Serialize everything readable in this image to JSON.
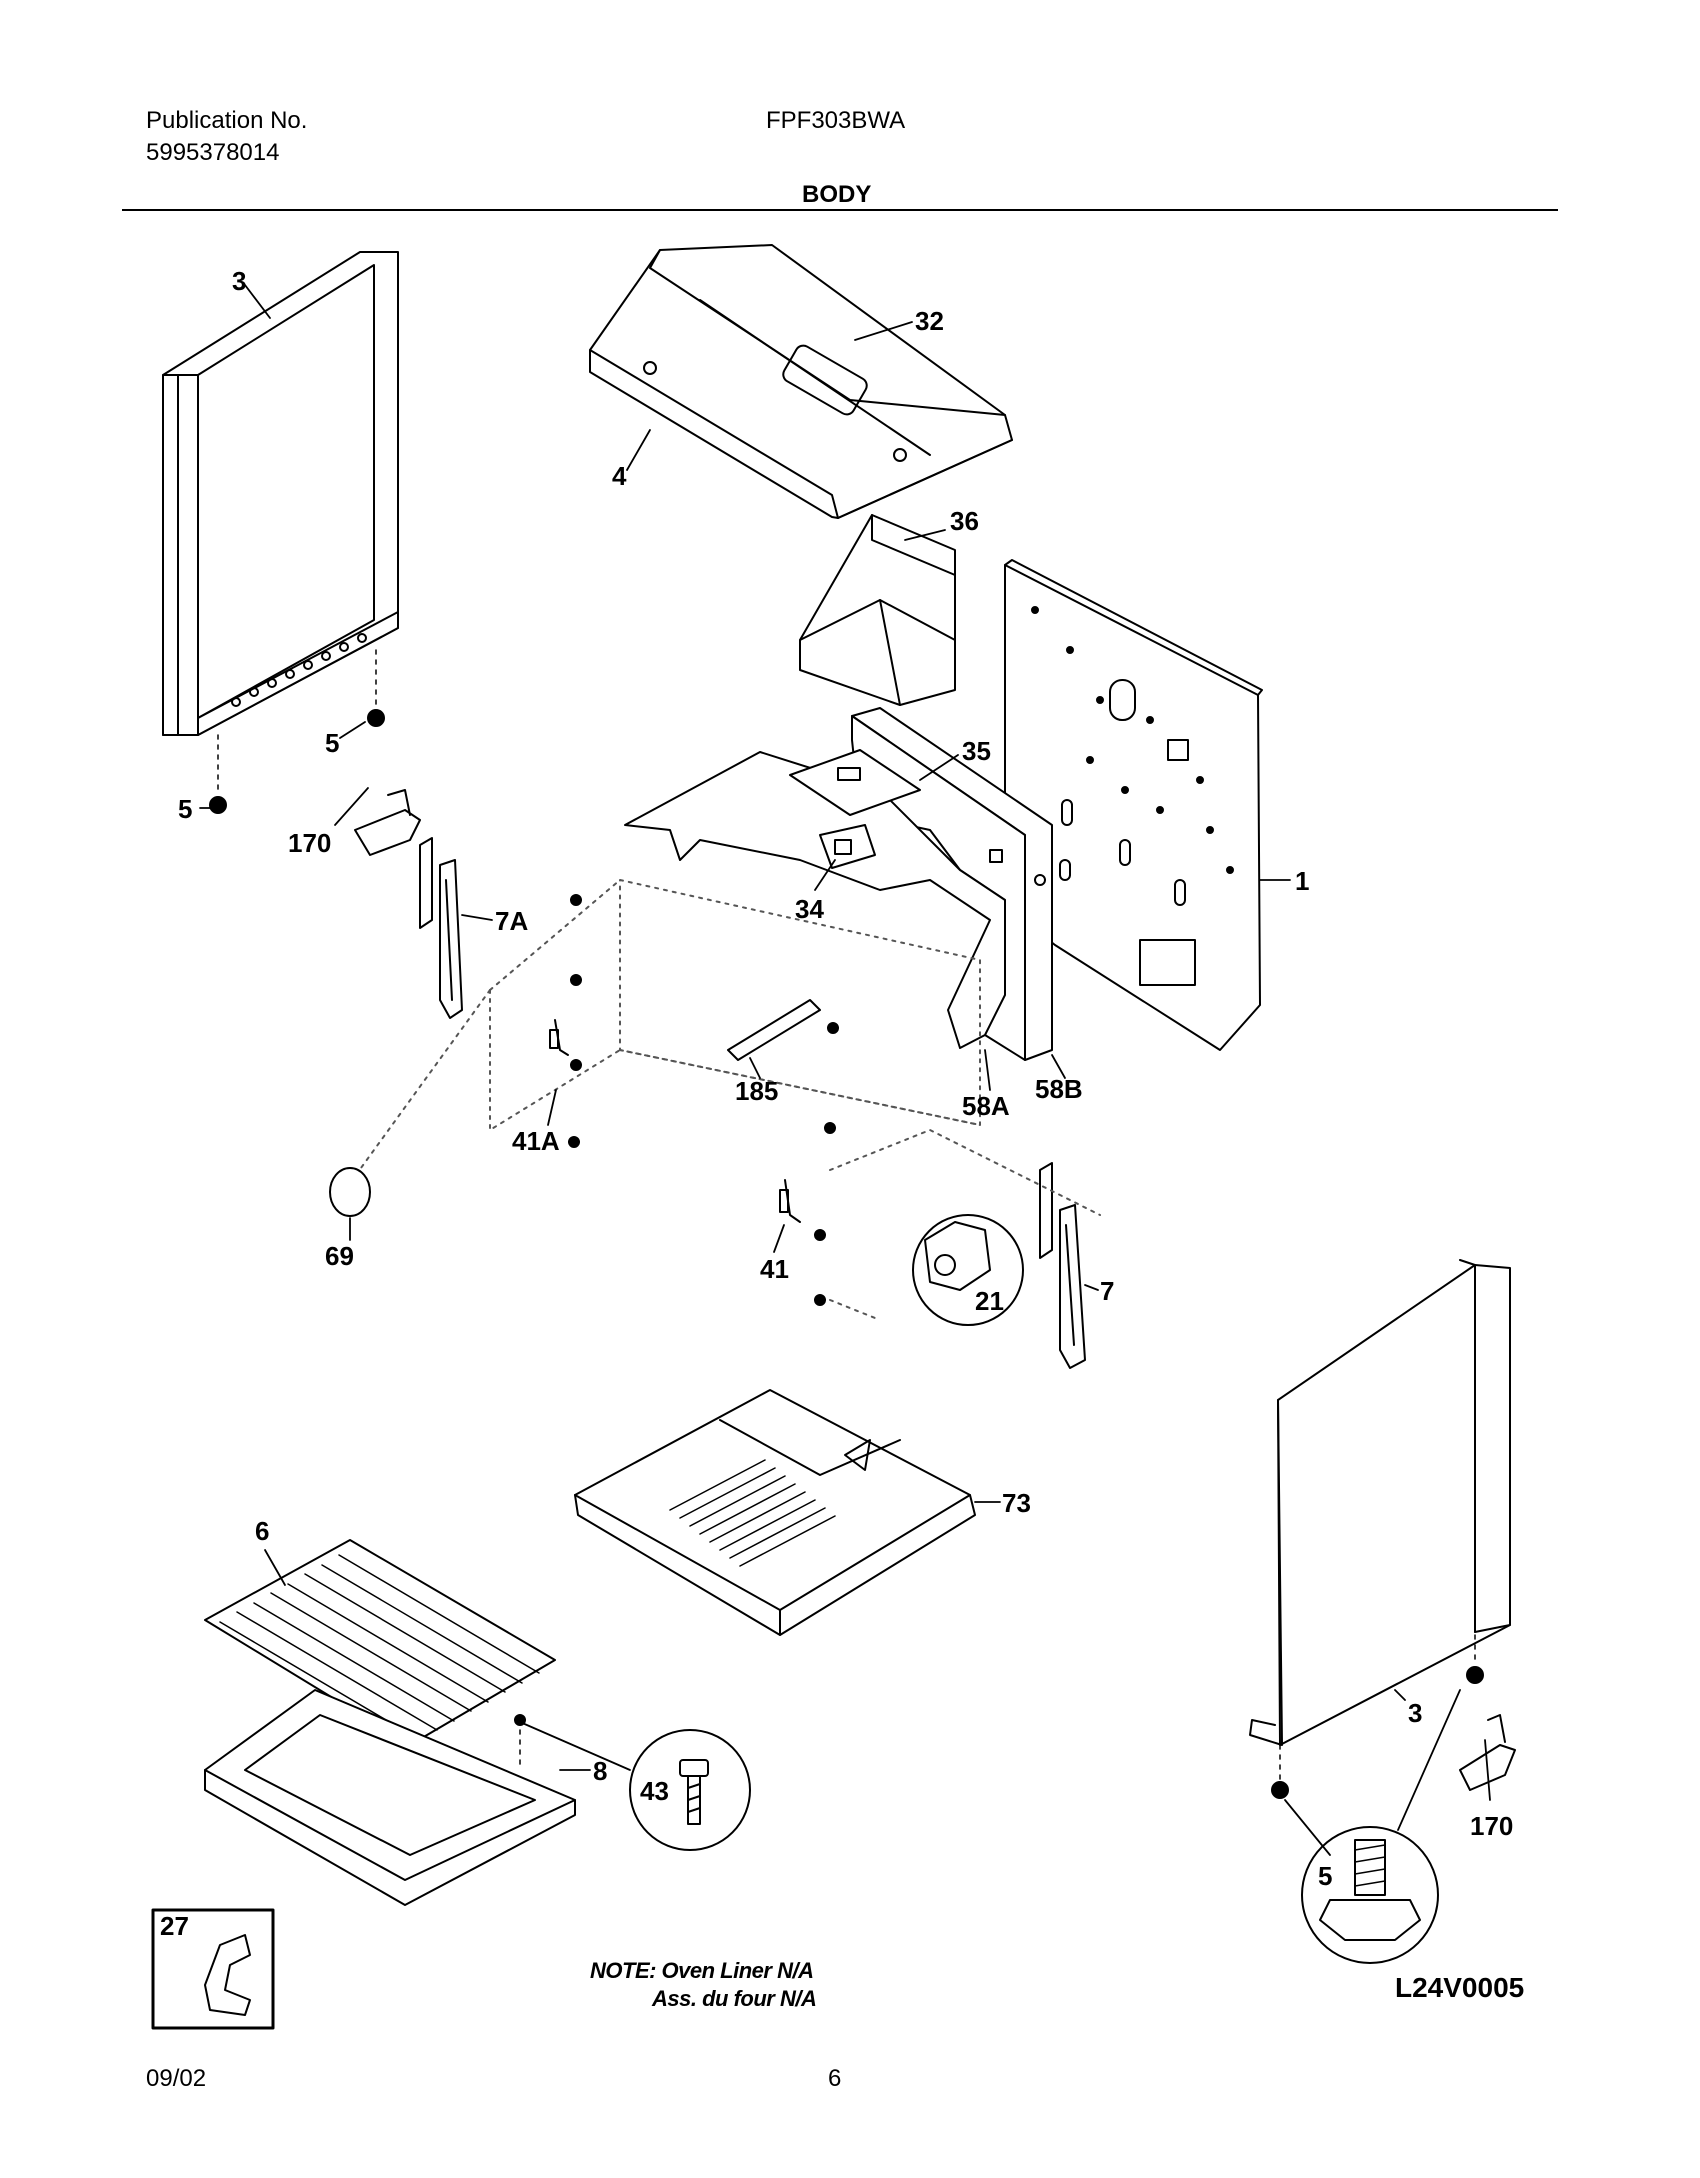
{
  "header": {
    "publication_label": "Publication No.",
    "publication_number": "5995378014",
    "model": "FPF303BWA",
    "section": "BODY"
  },
  "callouts": {
    "c3_top": "3",
    "c32": "32",
    "c4": "4",
    "c36": "36",
    "c5_upper": "5",
    "c5_lower": "5",
    "c170_left": "170",
    "c35": "35",
    "c34": "34",
    "c1": "1",
    "c7a": "7A",
    "c185": "185",
    "c41a": "41A",
    "c58a": "58A",
    "c58b": "58B",
    "c69": "69",
    "c41": "41",
    "c21": "21",
    "c7": "7",
    "c73": "73",
    "c6": "6",
    "c8": "8",
    "c43": "43",
    "c3_bottom": "3",
    "c170_right": "170",
    "c5_detail": "5",
    "c27": "27"
  },
  "note": {
    "line1": "NOTE: Oven Liner N/A",
    "line2": "Ass. du four N/A"
  },
  "diagram_code": "L24V0005",
  "footer": {
    "date": "09/02",
    "page": "6"
  }
}
